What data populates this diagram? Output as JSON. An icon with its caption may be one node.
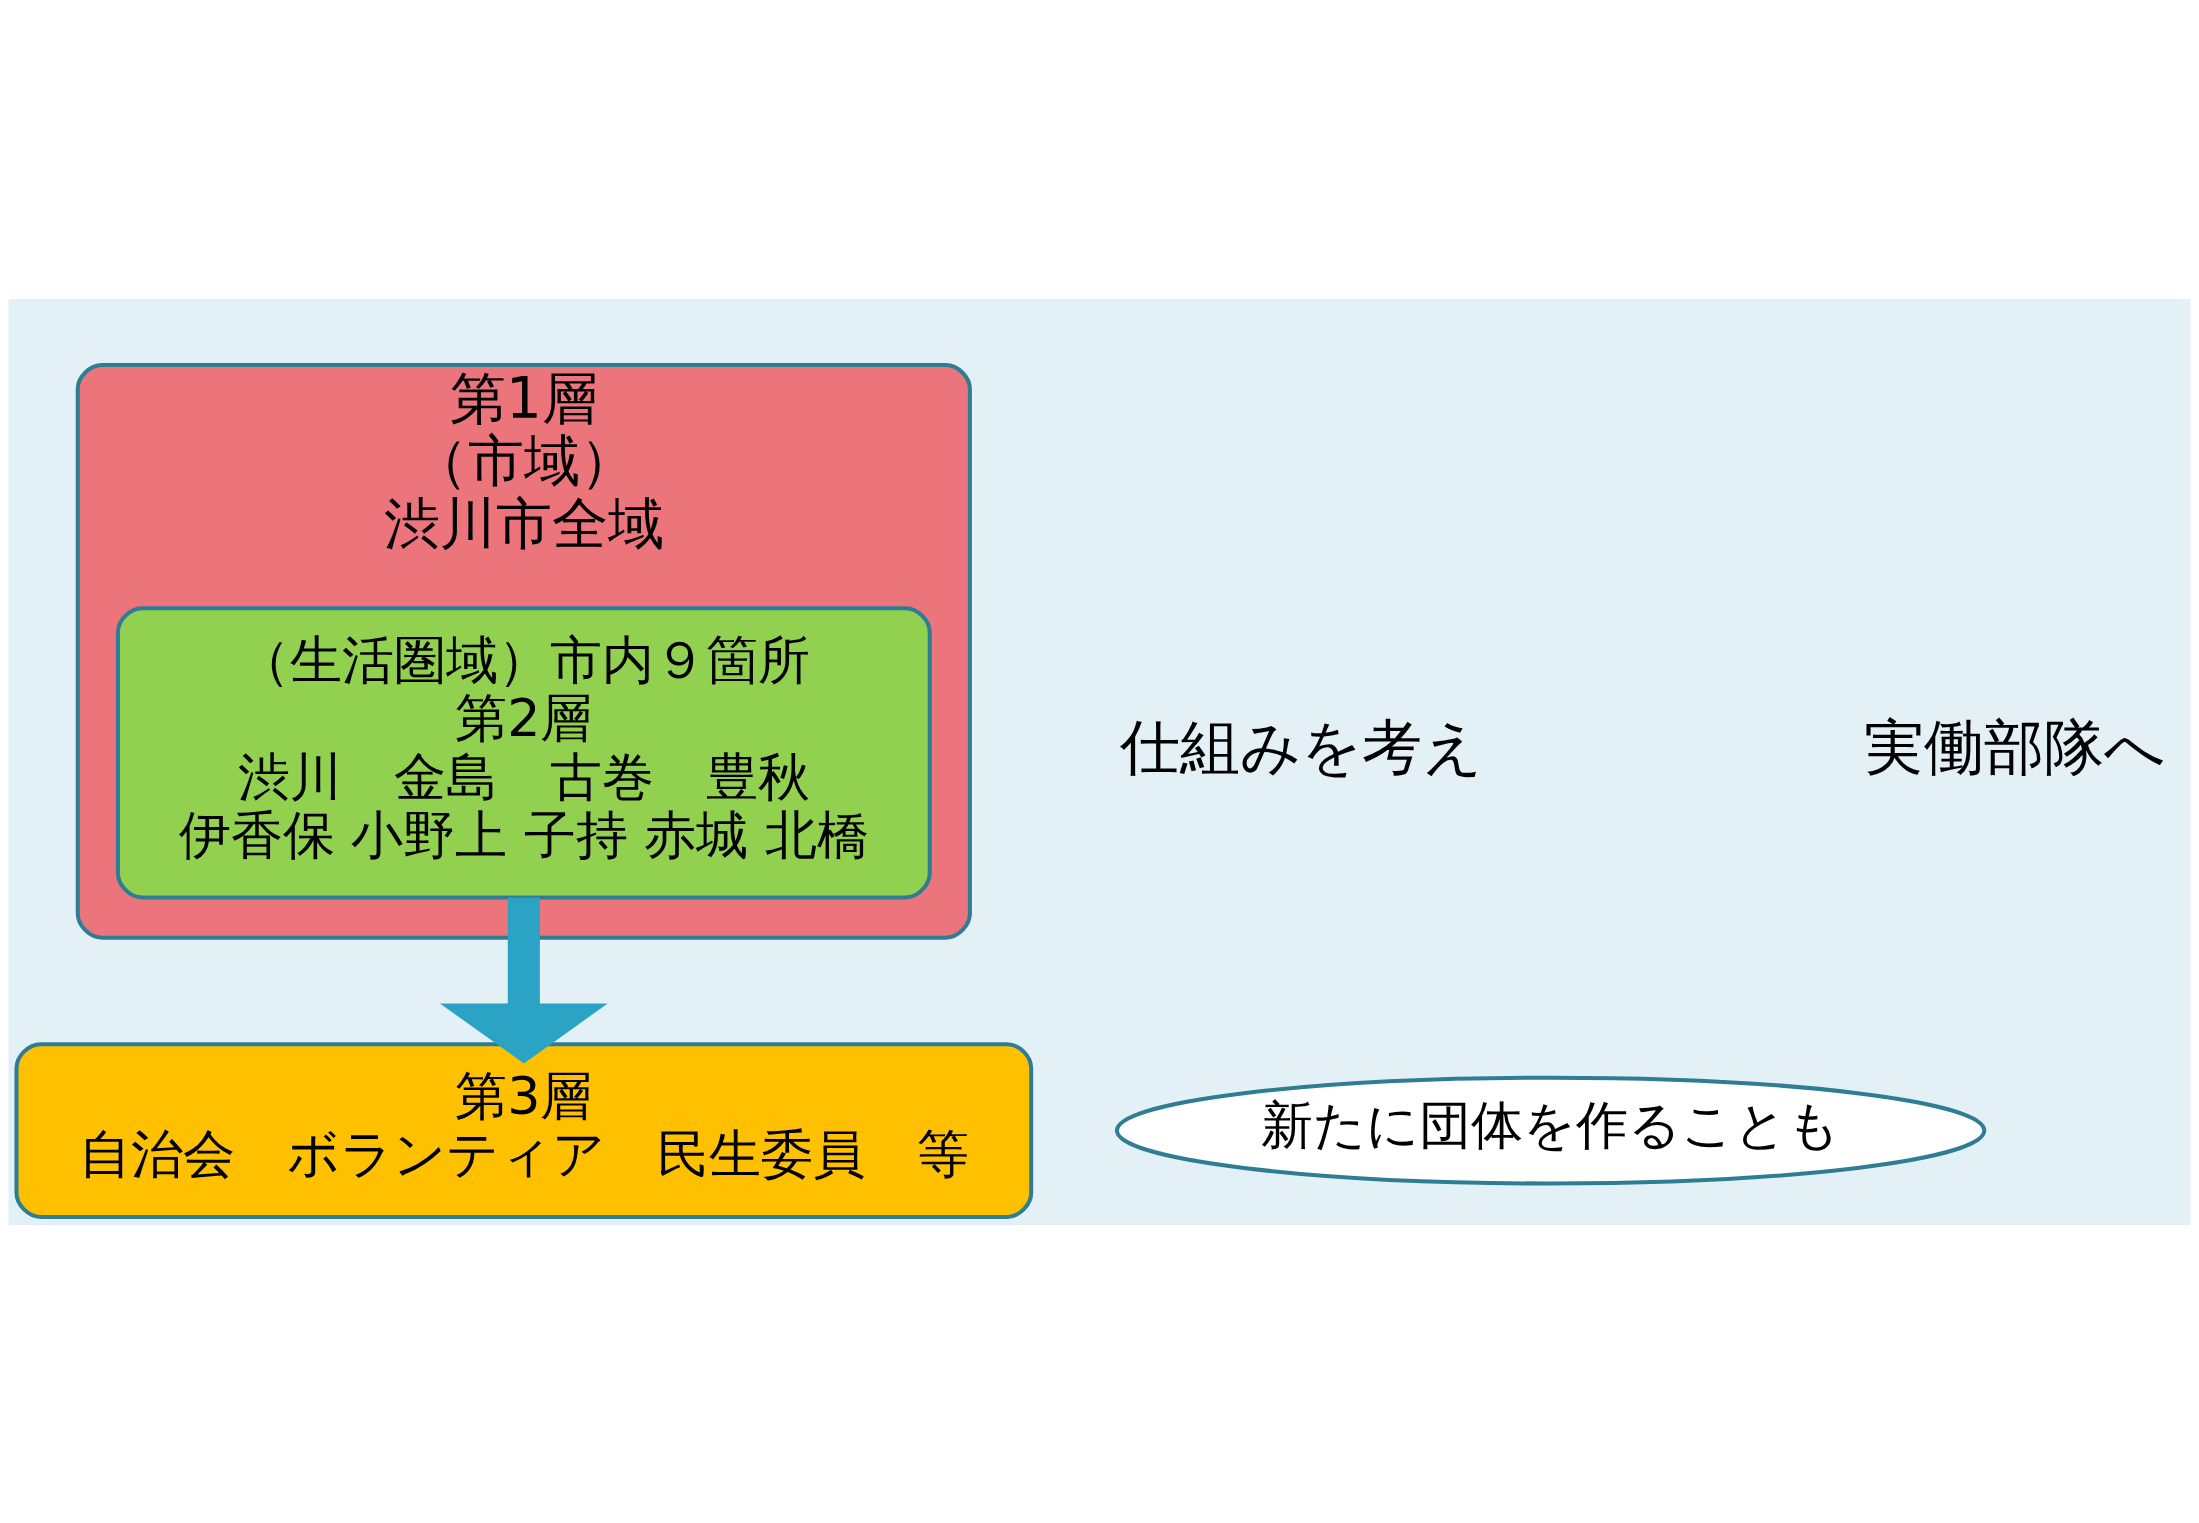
{
  "diagram": {
    "nodes": [
      {
        "text": [
          "第1層",
          "（市域）",
          "渋川市全域"
        ]
      },
      {
        "text": [
          "（生活圏域）市内９箇所",
          "第2層",
          "渋川　金島　古巻　豊秋",
          "伊香保 小野上 子持 赤城 北橋"
        ],
        "in": 0
      },
      {
        "text": [
          "第3層",
          "自治会　ボランティア　民生委員　等"
        ]
      },
      {
        "text": [
          "新たに団体を作ることも"
        ]
      }
    ],
    "edges": [
      {
        "from": 1,
        "to": 2,
        "arrow": "to",
        "color": "#2ba3c4"
      }
    ],
    "labels": [
      "仕組みを考え",
      "実働部隊へ"
    ]
  }
}
